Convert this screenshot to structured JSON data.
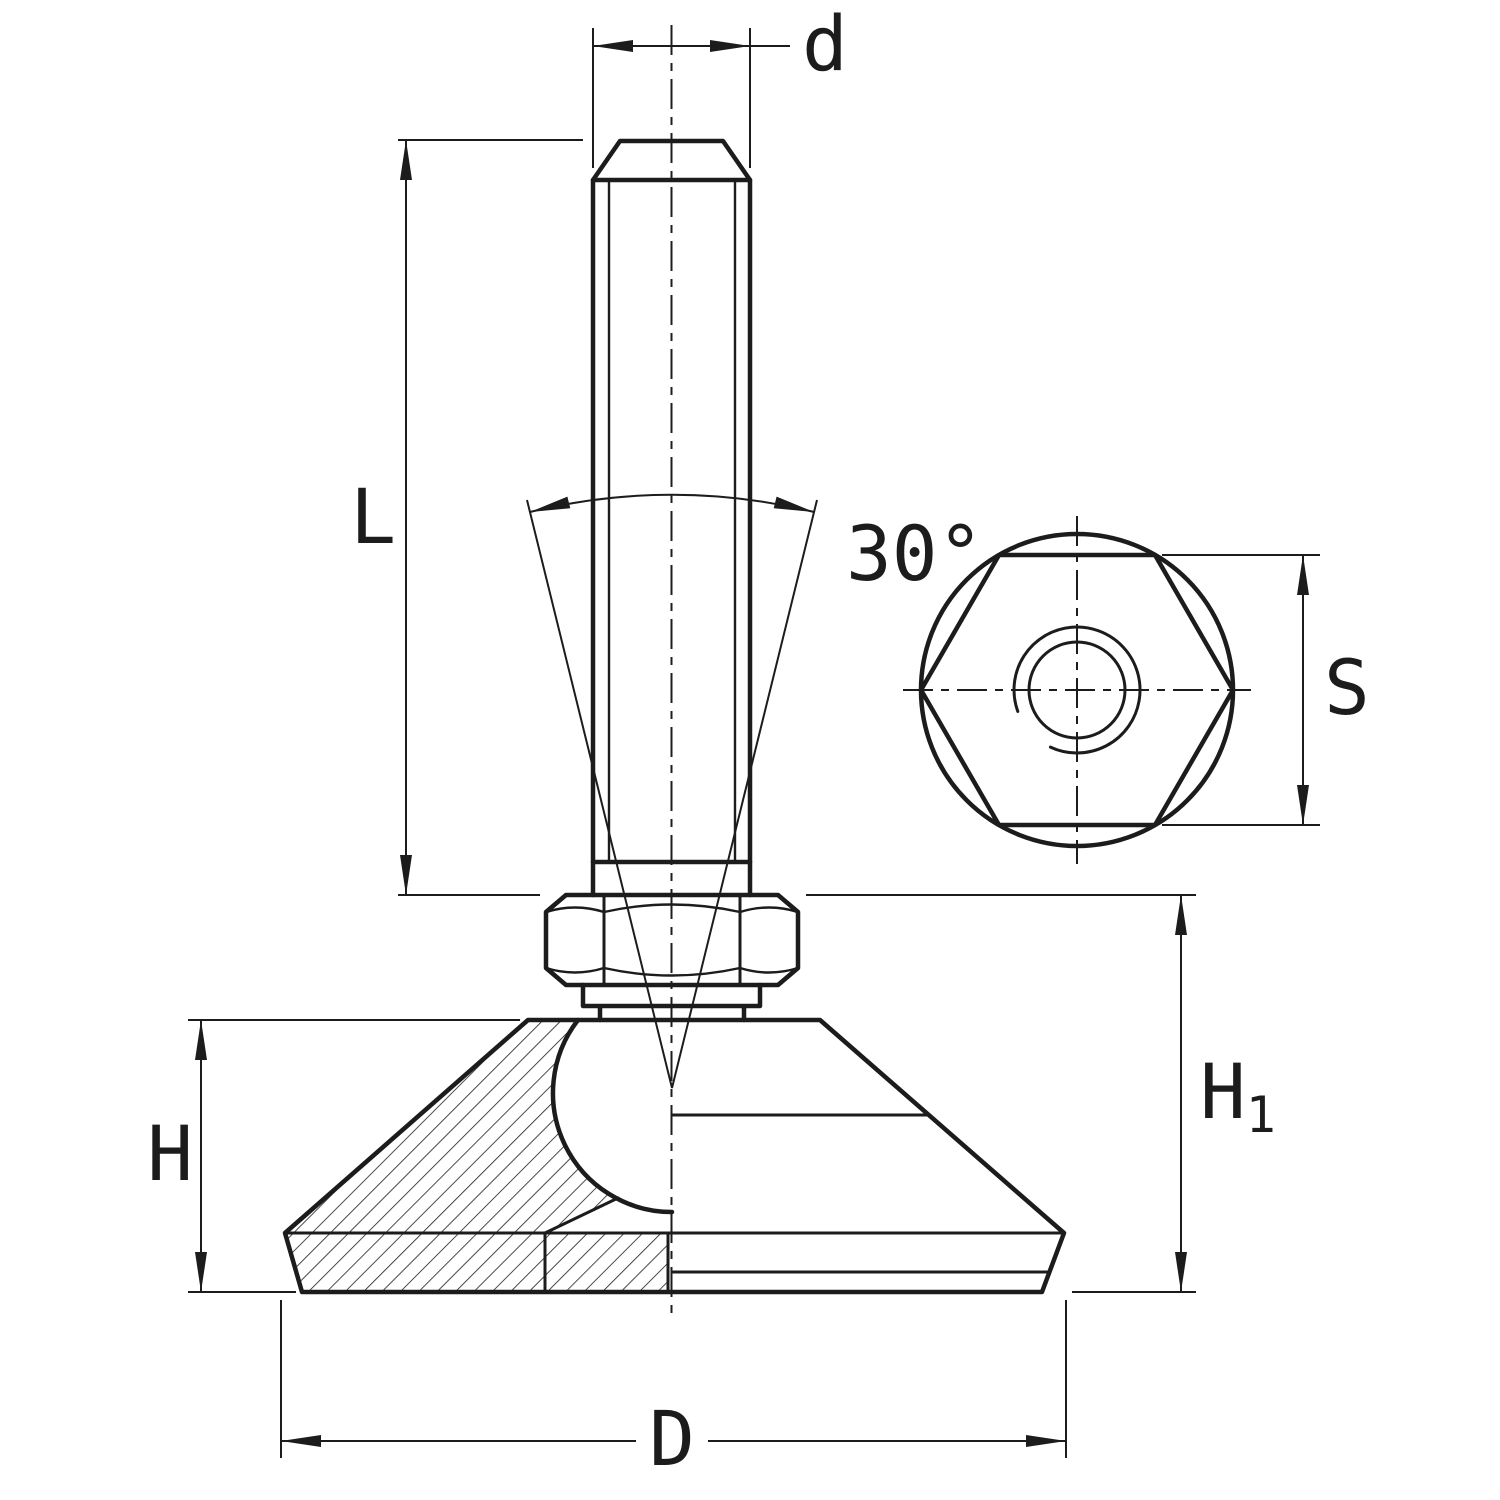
{
  "diagram": {
    "labels": {
      "thread_diameter": "d",
      "thread_length": "L",
      "swivel_angle": "30°",
      "hex_width": "S",
      "base_height": "H",
      "total_height_main": "H",
      "total_height_sub": "1",
      "base_diameter": "D"
    },
    "colors": {
      "line": "#1c1c1c",
      "background": "#ffffff"
    }
  }
}
